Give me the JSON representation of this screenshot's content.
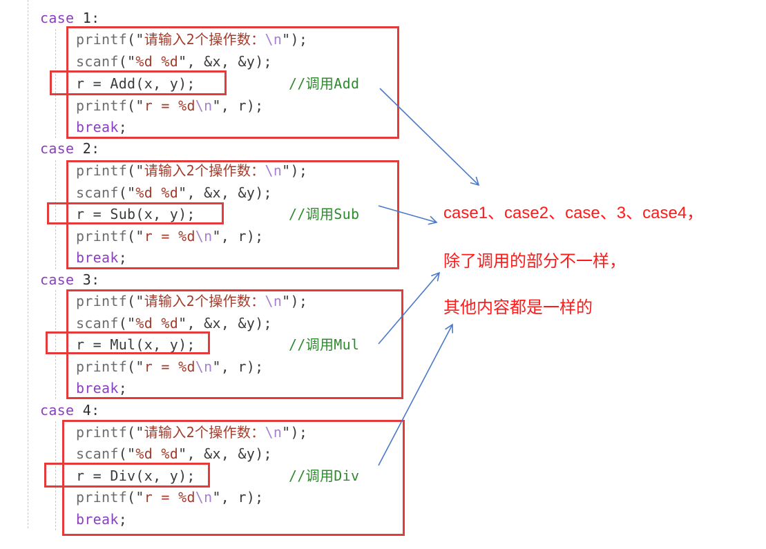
{
  "cases": [
    {
      "label": "case",
      "num": "1",
      "colon": ":",
      "printf_prompt": {
        "fn": "printf",
        "open": "(\"",
        "text": "请输入2个操作数：",
        "esc": "\\n",
        "close": "\");"
      },
      "scanf": {
        "fn": "scanf",
        "open": "(\"",
        "fmt": "%d %d",
        "close": "\", ",
        "args": "&x, &y",
        "end": ");"
      },
      "call": {
        "text": "r = Add(x, y);",
        "comment": "//调用Add"
      },
      "printf_result": {
        "fn": "printf",
        "open": "(\"",
        "text": "r = %d",
        "esc": "\\n",
        "close": "\", r);"
      },
      "break": "break",
      "semi": ";"
    },
    {
      "label": "case",
      "num": "2",
      "colon": ":",
      "printf_prompt": {
        "fn": "printf",
        "open": "(\"",
        "text": "请输入2个操作数：",
        "esc": "\\n",
        "close": "\");"
      },
      "scanf": {
        "fn": "scanf",
        "open": "(\"",
        "fmt": "%d %d",
        "close": "\", ",
        "args": "&x, &y",
        "end": ");"
      },
      "call": {
        "text": "r = Sub(x, y);",
        "comment": "//调用Sub"
      },
      "printf_result": {
        "fn": "printf",
        "open": "(\"",
        "text": "r = %d",
        "esc": "\\n",
        "close": "\", r);"
      },
      "break": "break",
      "semi": ";"
    },
    {
      "label": "case",
      "num": "3",
      "colon": ":",
      "printf_prompt": {
        "fn": "printf",
        "open": "(\"",
        "text": "请输入2个操作数：",
        "esc": "\\n",
        "close": "\");"
      },
      "scanf": {
        "fn": "scanf",
        "open": "(\"",
        "fmt": "%d %d",
        "close": "\", ",
        "args": "&x, &y",
        "end": ");"
      },
      "call": {
        "text": "r = Mul(x, y);",
        "comment": "//调用Mul"
      },
      "printf_result": {
        "fn": "printf",
        "open": "(\"",
        "text": "r = %d",
        "esc": "\\n",
        "close": "\", r);"
      },
      "break": "break",
      "semi": ";"
    },
    {
      "label": "case",
      "num": "4",
      "colon": ":",
      "printf_prompt": {
        "fn": "printf",
        "open": "(\"",
        "text": "请输入2个操作数：",
        "esc": "\\n",
        "close": "\");"
      },
      "scanf": {
        "fn": "scanf",
        "open": "(\"",
        "fmt": "%d %d",
        "close": "\", ",
        "args": "&x, &y",
        "end": ");"
      },
      "call": {
        "text": "r = Div(x, y);",
        "comment": "//调用Div"
      },
      "printf_result": {
        "fn": "printf",
        "open": "(\"",
        "text": "r = %d",
        "esc": "\\n",
        "close": "\", r);"
      },
      "break": "break",
      "semi": ";"
    }
  ],
  "annotation": {
    "line1": "case1、case2、case、3、case4，",
    "line2": "除了调用的部分不一样，",
    "line3": "其他内容都是一样的"
  },
  "colors": {
    "box": "#e53a3a",
    "arrow": "#4a78c8",
    "note": "#ff1a1a"
  }
}
